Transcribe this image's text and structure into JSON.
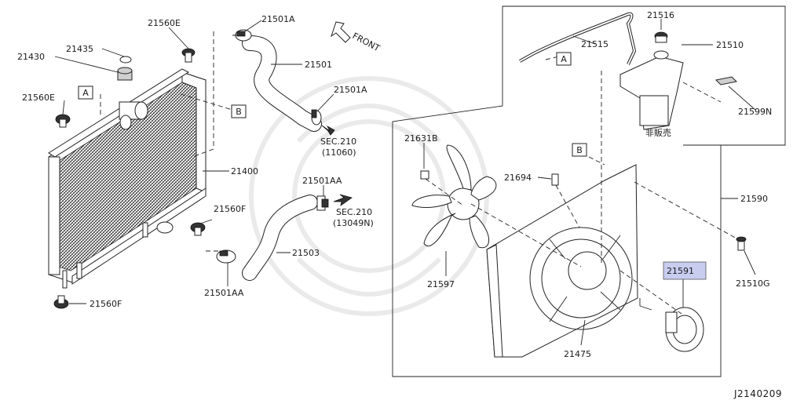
{
  "diagram": {
    "code": "J2140209",
    "front_label": "FRONT",
    "highlight_color": "#c8cdf0",
    "labels": {
      "p21430": "21430",
      "p21435": "21435",
      "p21560E_top": "21560E",
      "p21560E_left": "21560E",
      "p21501A_top": "21501A",
      "p21501": "21501",
      "p21501A_mid": "21501A",
      "sec210_a": "SEC.210",
      "sec210_a_ref": "(11060)",
      "p21400": "21400",
      "p21501AA_top": "21501AA",
      "sec210_b": "SEC.210",
      "sec210_b_ref": "(13049N)",
      "p21560F_mid": "21560F",
      "p21503": "21503",
      "p21501AA_bottom": "21501AA",
      "p21560F_bottom": "21560F",
      "p21515": "21515",
      "p21516": "21516",
      "p21510": "21510",
      "p21599N": "21599N",
      "not_sold": "非販売",
      "p21631B": "21631B",
      "p21694": "21694",
      "p21590": "21590",
      "p21597": "21597",
      "p21591": "21591",
      "p21510G": "21510G",
      "p21475": "21475",
      "ref_A1": "A",
      "ref_B1": "B",
      "ref_A2": "A",
      "ref_B2": "B"
    }
  }
}
